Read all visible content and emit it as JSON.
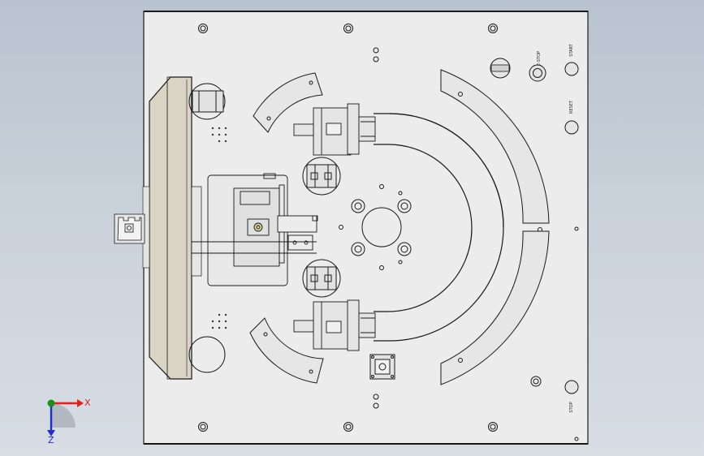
{
  "colors": {
    "background_top": "#b9c3cf",
    "background_bottom": "#d8dde4",
    "plate_fill": "#ececec",
    "edge": "#1a1a1a",
    "cushion_fill": "#d9d4c3",
    "axis_x": "#e0201a",
    "axis_y": "#1a8f1a",
    "axis_z": "#2030c8"
  },
  "panel_labels": {
    "top_label": "START",
    "middle_label": "RESET",
    "knob_label": "E-STOP",
    "bottom_label": "STOP"
  },
  "axes": {
    "x_label": "X",
    "z_label": "Z"
  }
}
